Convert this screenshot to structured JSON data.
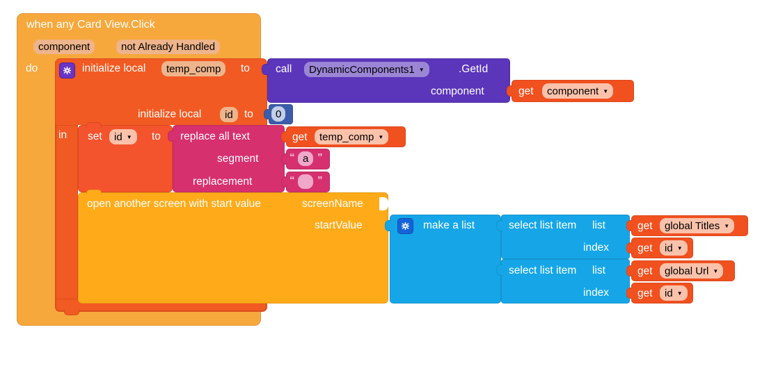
{
  "editor": {
    "name": "MIT App Inventor Blocks Editor",
    "background": "#ffffff"
  },
  "palette": {
    "event_block": "#f7a83c",
    "control_block": "#f15a22",
    "control_gold_block": "#ffab19",
    "variable_block": "#f4542d",
    "text_block": "#d6306f",
    "list_block": "#16a6e8",
    "procedure_call_block": "#5b35ba",
    "math_block": "#3c5daa"
  },
  "blocks": {
    "event": {
      "title": "when any Card View.Click",
      "params": [
        "component",
        "not Already Handled"
      ],
      "do_label": "do"
    },
    "init_local_temp_comp": {
      "prefix": "initialize local",
      "var_name": "temp_comp",
      "to_label": "to",
      "in_label": "in",
      "mutator_icon": "gear-icon"
    },
    "call_getid": {
      "call_label": "call",
      "component_name": "DynamicComponents1",
      "method_name": ".GetId",
      "arg_label": "component",
      "arg_value": {
        "get_label": "get",
        "variable": "component"
      }
    },
    "init_local_id": {
      "prefix": "initialize local",
      "var_name": "id",
      "to_label": "to",
      "value": "0"
    },
    "set_id": {
      "set_label": "set",
      "variable": "id",
      "to_label": "to"
    },
    "replace_all_text": {
      "title": "replace all text",
      "text_arg": {
        "get_label": "get",
        "variable": "temp_comp"
      },
      "segment_label": "segment",
      "segment_value": "a",
      "replacement_label": "replacement",
      "replacement_value": ""
    },
    "open_screen": {
      "title": "open another screen with start value",
      "screen_name_label": "screenName",
      "screen_name_value": "",
      "start_value_label": "startValue"
    },
    "make_a_list": {
      "title": "make a list",
      "mutator_icon": "gear-icon",
      "items": [
        {
          "title": "select list item",
          "list_label": "list",
          "list_value": {
            "get_label": "get",
            "variable": "global Titles"
          },
          "index_label": "index",
          "index_value": {
            "get_label": "get",
            "variable": "id"
          }
        },
        {
          "title": "select list item",
          "list_label": "list",
          "list_value": {
            "get_label": "get",
            "variable": "global Url"
          },
          "index_label": "index",
          "index_value": {
            "get_label": "get",
            "variable": "id"
          }
        }
      ]
    }
  }
}
